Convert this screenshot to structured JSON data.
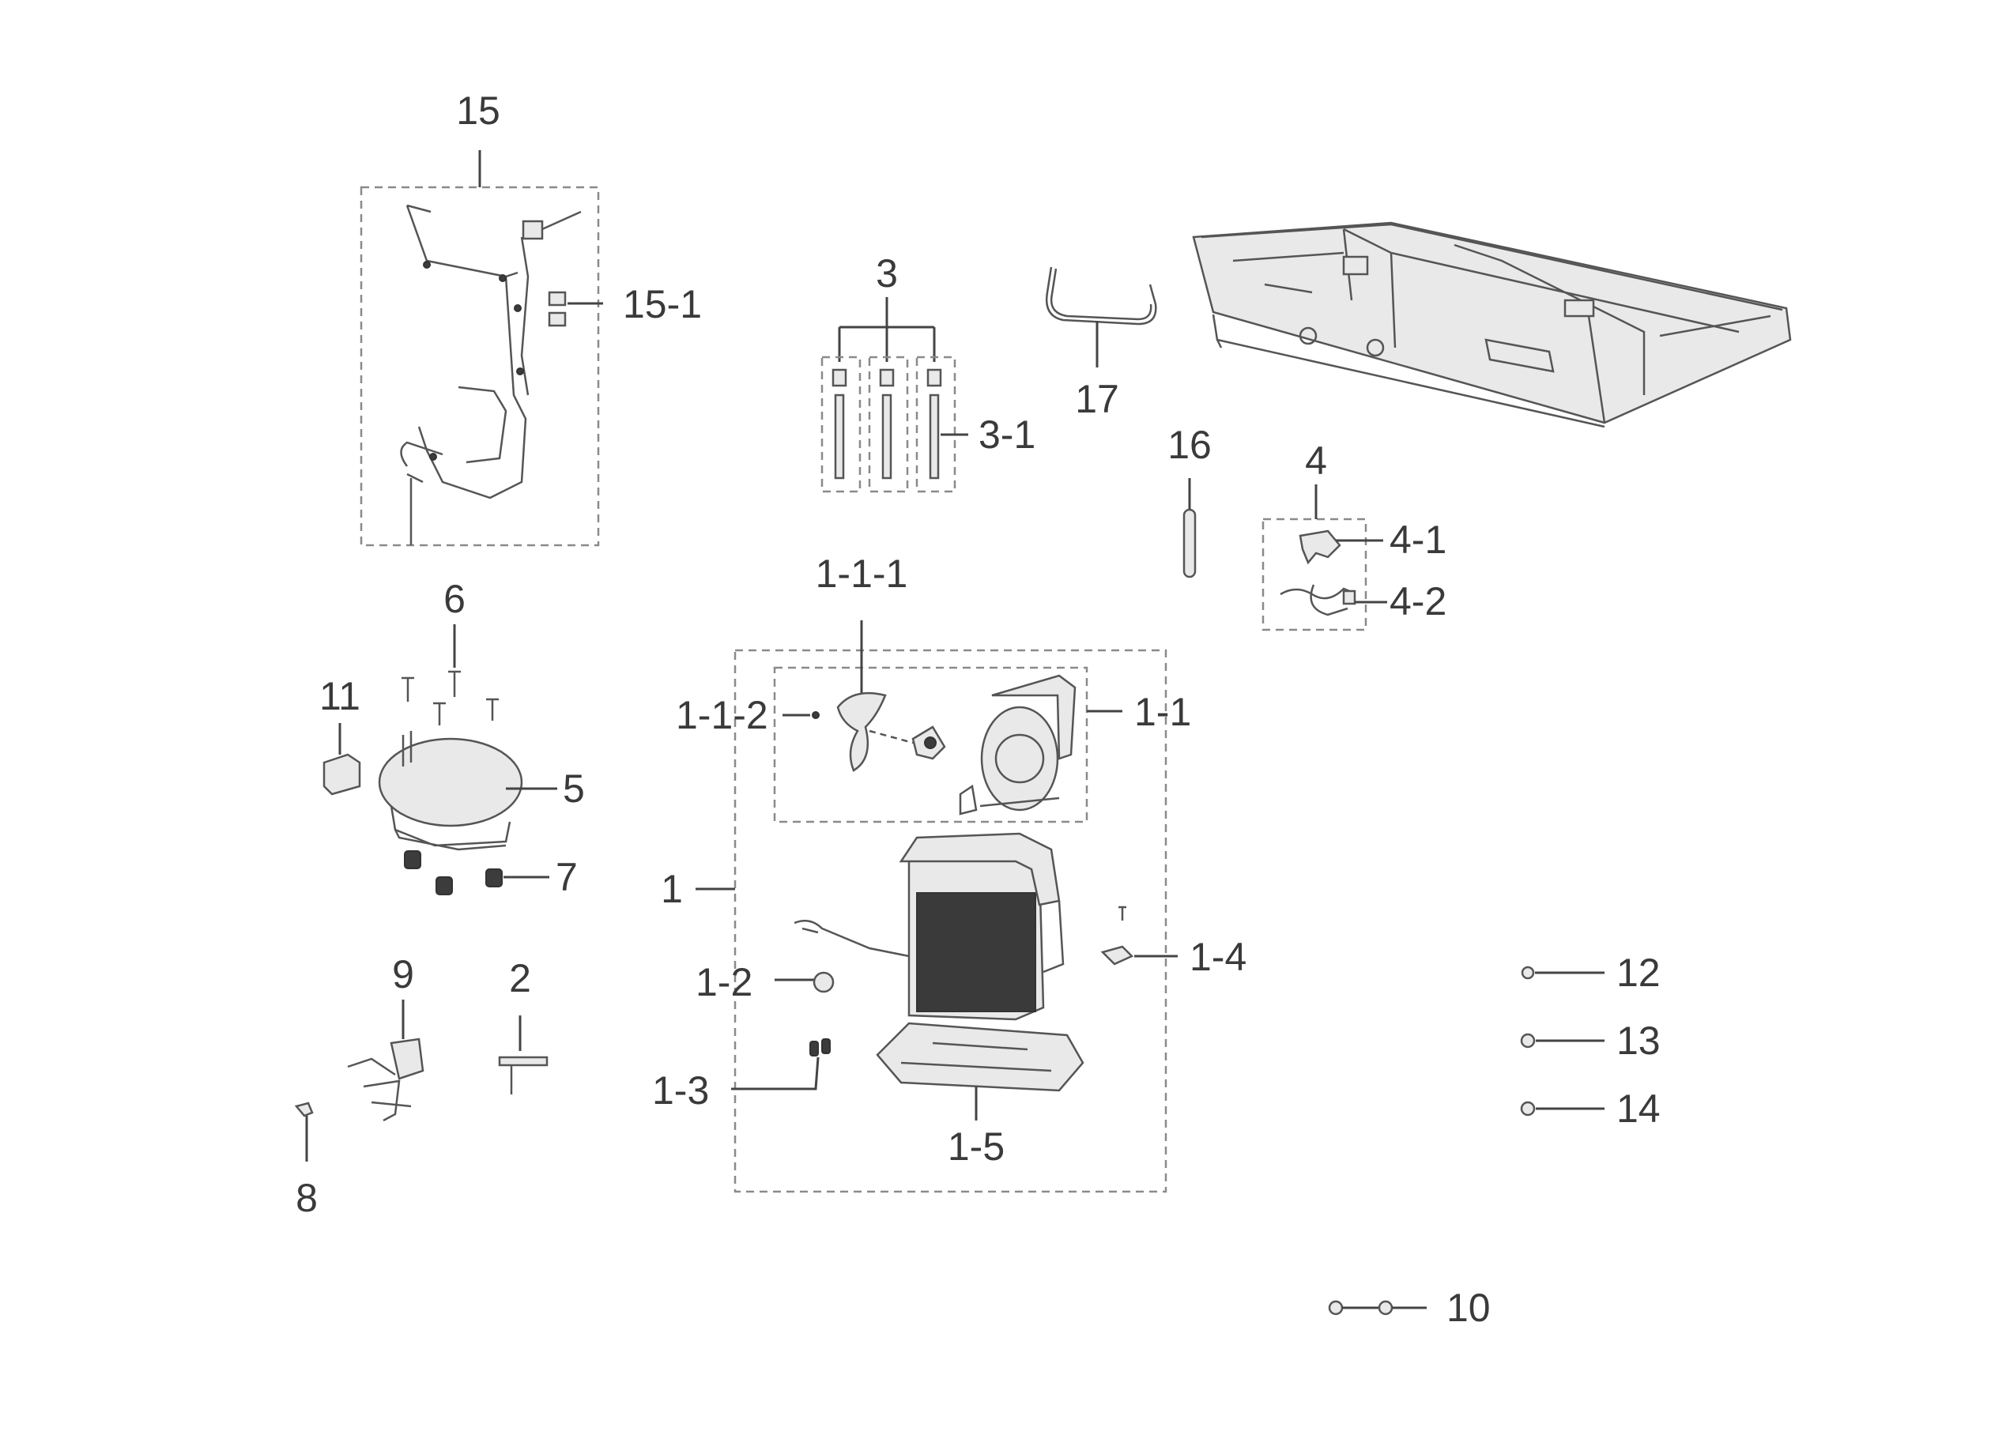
{
  "labels": {
    "l15": "15",
    "l15_1": "15-1",
    "l3": "3",
    "l3_1": "3-1",
    "l17": "17",
    "l16": "16",
    "l4": "4",
    "l4_1": "4-1",
    "l4_2": "4-2",
    "l6": "6",
    "l11": "11",
    "l5": "5",
    "l7": "7",
    "l1_1_1": "1-1-1",
    "l1_1_2": "1-1-2",
    "l1_1": "1-1",
    "l1": "1",
    "l1_2": "1-2",
    "l1_3": "1-3",
    "l1_4": "1-4",
    "l1_5": "1-5",
    "l9": "9",
    "l2": "2",
    "l8": "8",
    "l12": "12",
    "l13": "13",
    "l14": "14",
    "l10": "10"
  }
}
